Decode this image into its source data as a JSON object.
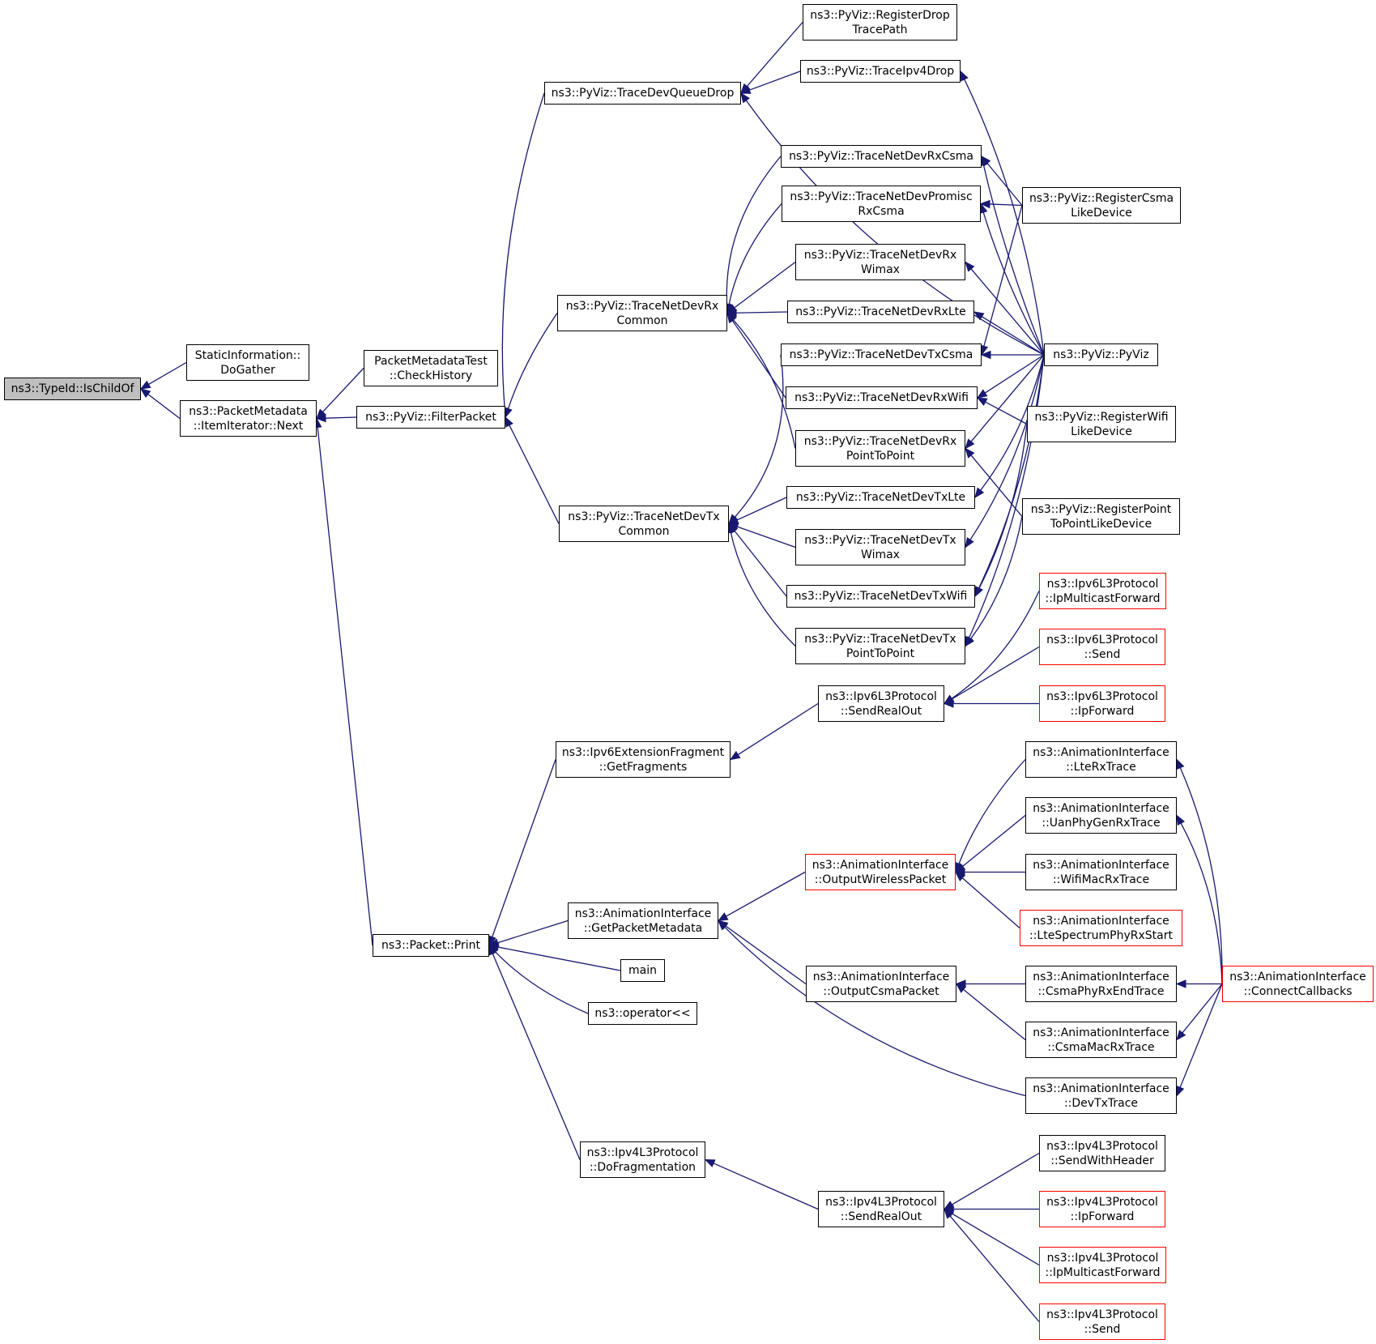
{
  "colors": {
    "edge": "#191970",
    "border": "#000000",
    "highlight_border": "#ff0000",
    "root_fill": "#bfbfbf"
  },
  "nodes": [
    {
      "id": "root",
      "lines": [
        "ns3::TypeId::IsChildOf"
      ],
      "style": "root"
    },
    {
      "id": "staticinfo",
      "lines": [
        "StaticInformation::",
        "DoGather"
      ],
      "style": "normal"
    },
    {
      "id": "itemiter",
      "lines": [
        "ns3::PacketMetadata",
        "::ItemIterator::Next"
      ],
      "style": "normal"
    },
    {
      "id": "pmtest",
      "lines": [
        "PacketMetadataTest",
        "::CheckHistory"
      ],
      "style": "normal"
    },
    {
      "id": "filterpacket",
      "lines": [
        "ns3::PyViz::FilterPacket"
      ],
      "style": "normal"
    },
    {
      "id": "packetprint",
      "lines": [
        "ns3::Packet::Print"
      ],
      "style": "normal"
    },
    {
      "id": "devqueuedrop",
      "lines": [
        "ns3::PyViz::TraceDevQueueDrop"
      ],
      "style": "normal"
    },
    {
      "id": "rxcommon",
      "lines": [
        "ns3::PyViz::TraceNetDevRx",
        "Common"
      ],
      "style": "normal"
    },
    {
      "id": "txcommon",
      "lines": [
        "ns3::PyViz::TraceNetDevTx",
        "Common"
      ],
      "style": "normal"
    },
    {
      "id": "regdrop",
      "lines": [
        "ns3::PyViz::RegisterDrop",
        "TracePath"
      ],
      "style": "normal"
    },
    {
      "id": "ipv4drop",
      "lines": [
        "ns3::PyViz::TraceIpv4Drop"
      ],
      "style": "normal"
    },
    {
      "id": "rxcsma",
      "lines": [
        "ns3::PyViz::TraceNetDevRxCsma"
      ],
      "style": "normal"
    },
    {
      "id": "promisc",
      "lines": [
        "ns3::PyViz::TraceNetDevPromisc",
        "RxCsma"
      ],
      "style": "normal"
    },
    {
      "id": "rxwimax",
      "lines": [
        "ns3::PyViz::TraceNetDevRx",
        "Wimax"
      ],
      "style": "normal"
    },
    {
      "id": "rxlte",
      "lines": [
        "ns3::PyViz::TraceNetDevRxLte"
      ],
      "style": "normal"
    },
    {
      "id": "txcsma",
      "lines": [
        "ns3::PyViz::TraceNetDevTxCsma"
      ],
      "style": "normal"
    },
    {
      "id": "rxwifi",
      "lines": [
        "ns3::PyViz::TraceNetDevRxWifi"
      ],
      "style": "normal"
    },
    {
      "id": "rxp2p",
      "lines": [
        "ns3::PyViz::TraceNetDevRx",
        "PointToPoint"
      ],
      "style": "normal"
    },
    {
      "id": "txlte",
      "lines": [
        "ns3::PyViz::TraceNetDevTxLte"
      ],
      "style": "normal"
    },
    {
      "id": "txwimax",
      "lines": [
        "ns3::PyViz::TraceNetDevTx",
        "Wimax"
      ],
      "style": "normal"
    },
    {
      "id": "txwifi",
      "lines": [
        "ns3::PyViz::TraceNetDevTxWifi"
      ],
      "style": "normal"
    },
    {
      "id": "txp2p",
      "lines": [
        "ns3::PyViz::TraceNetDevTx",
        "PointToPoint"
      ],
      "style": "normal"
    },
    {
      "id": "regcsma",
      "lines": [
        "ns3::PyViz::RegisterCsma",
        "LikeDevice"
      ],
      "style": "normal"
    },
    {
      "id": "pyviz",
      "lines": [
        "ns3::PyViz::PyViz"
      ],
      "style": "normal"
    },
    {
      "id": "regwifi",
      "lines": [
        "ns3::PyViz::RegisterWifi",
        "LikeDevice"
      ],
      "style": "normal"
    },
    {
      "id": "regp2p",
      "lines": [
        "ns3::PyViz::RegisterPoint",
        "ToPointLikeDevice"
      ],
      "style": "normal"
    },
    {
      "id": "ipv6extfrag",
      "lines": [
        "ns3::Ipv6ExtensionFragment",
        "::GetFragments"
      ],
      "style": "normal"
    },
    {
      "id": "getpktmeta",
      "lines": [
        "ns3::AnimationInterface",
        "::GetPacketMetadata"
      ],
      "style": "normal"
    },
    {
      "id": "main",
      "lines": [
        "main"
      ],
      "style": "normal"
    },
    {
      "id": "opout",
      "lines": [
        "ns3::operator<<"
      ],
      "style": "normal"
    },
    {
      "id": "ipv4dofrag",
      "lines": [
        "ns3::Ipv4L3Protocol",
        "::DoFragmentation"
      ],
      "style": "normal"
    },
    {
      "id": "ipv6sendreal",
      "lines": [
        "ns3::Ipv6L3Protocol",
        "::SendRealOut"
      ],
      "style": "normal"
    },
    {
      "id": "ipv6mcast",
      "lines": [
        "ns3::Ipv6L3Protocol",
        "::IpMulticastForward"
      ],
      "style": "red"
    },
    {
      "id": "ipv6send",
      "lines": [
        "ns3::Ipv6L3Protocol",
        "::Send"
      ],
      "style": "red"
    },
    {
      "id": "ipv6fwd",
      "lines": [
        "ns3::Ipv6L3Protocol",
        "::IpForward"
      ],
      "style": "red"
    },
    {
      "id": "outwireless",
      "lines": [
        "ns3::AnimationInterface",
        "::OutputWirelessPacket"
      ],
      "style": "red"
    },
    {
      "id": "outcsma",
      "lines": [
        "ns3::AnimationInterface",
        "::OutputCsmaPacket"
      ],
      "style": "normal"
    },
    {
      "id": "lterx",
      "lines": [
        "ns3::AnimationInterface",
        "::LteRxTrace"
      ],
      "style": "normal"
    },
    {
      "id": "uanrx",
      "lines": [
        "ns3::AnimationInterface",
        "::UanPhyGenRxTrace"
      ],
      "style": "normal"
    },
    {
      "id": "wifimacrx",
      "lines": [
        "ns3::AnimationInterface",
        "::WifiMacRxTrace"
      ],
      "style": "normal"
    },
    {
      "id": "ltespec",
      "lines": [
        "ns3::AnimationInterface",
        "::LteSpectrumPhyRxStart"
      ],
      "style": "red"
    },
    {
      "id": "csmaphy",
      "lines": [
        "ns3::AnimationInterface",
        "::CsmaPhyRxEndTrace"
      ],
      "style": "normal"
    },
    {
      "id": "csmamac",
      "lines": [
        "ns3::AnimationInterface",
        "::CsmaMacRxTrace"
      ],
      "style": "normal"
    },
    {
      "id": "devtx",
      "lines": [
        "ns3::AnimationInterface",
        "::DevTxTrace"
      ],
      "style": "normal"
    },
    {
      "id": "connectcb",
      "lines": [
        "ns3::AnimationInterface",
        "::ConnectCallbacks"
      ],
      "style": "red"
    },
    {
      "id": "ipv4sendreal",
      "lines": [
        "ns3::Ipv4L3Protocol",
        "::SendRealOut"
      ],
      "style": "normal"
    },
    {
      "id": "ipv4sendhdr",
      "lines": [
        "ns3::Ipv4L3Protocol",
        "::SendWithHeader"
      ],
      "style": "normal"
    },
    {
      "id": "ipv4fwd",
      "lines": [
        "ns3::Ipv4L3Protocol",
        "::IpForward"
      ],
      "style": "red"
    },
    {
      "id": "ipv4mcast",
      "lines": [
        "ns3::Ipv4L3Protocol",
        "::IpMulticastForward"
      ],
      "style": "red"
    },
    {
      "id": "ipv4send",
      "lines": [
        "ns3::Ipv4L3Protocol",
        "::Send"
      ],
      "style": "red"
    }
  ],
  "edges": [
    {
      "from": "staticinfo",
      "to": "root"
    },
    {
      "from": "itemiter",
      "to": "root"
    },
    {
      "from": "pmtest",
      "to": "itemiter"
    },
    {
      "from": "filterpacket",
      "to": "itemiter"
    },
    {
      "from": "packetprint",
      "to": "itemiter"
    },
    {
      "from": "devqueuedrop",
      "to": "filterpacket"
    },
    {
      "from": "rxcommon",
      "to": "filterpacket"
    },
    {
      "from": "txcommon",
      "to": "filterpacket"
    },
    {
      "from": "regdrop",
      "to": "devqueuedrop"
    },
    {
      "from": "ipv4drop",
      "to": "devqueuedrop"
    },
    {
      "from": "pyviz",
      "to": "devqueuedrop"
    },
    {
      "from": "pyviz",
      "to": "ipv4drop"
    },
    {
      "from": "rxcsma",
      "to": "rxcommon"
    },
    {
      "from": "promisc",
      "to": "rxcommon"
    },
    {
      "from": "rxwimax",
      "to": "rxcommon"
    },
    {
      "from": "rxlte",
      "to": "rxcommon"
    },
    {
      "from": "rxwifi",
      "to": "rxcommon"
    },
    {
      "from": "rxp2p",
      "to": "rxcommon"
    },
    {
      "from": "txcsma",
      "to": "txcommon"
    },
    {
      "from": "txlte",
      "to": "txcommon"
    },
    {
      "from": "txwimax",
      "to": "txcommon"
    },
    {
      "from": "txwifi",
      "to": "txcommon"
    },
    {
      "from": "txp2p",
      "to": "txcommon"
    },
    {
      "from": "regcsma",
      "to": "rxcsma"
    },
    {
      "from": "pyviz",
      "to": "rxcsma"
    },
    {
      "from": "regcsma",
      "to": "promisc"
    },
    {
      "from": "pyviz",
      "to": "promisc"
    },
    {
      "from": "pyviz",
      "to": "rxwimax"
    },
    {
      "from": "pyviz",
      "to": "rxlte"
    },
    {
      "from": "pyviz",
      "to": "txcsma"
    },
    {
      "from": "regcsma",
      "to": "txcsma"
    },
    {
      "from": "pyviz",
      "to": "rxwifi"
    },
    {
      "from": "regwifi",
      "to": "rxwifi"
    },
    {
      "from": "pyviz",
      "to": "rxp2p"
    },
    {
      "from": "regp2p",
      "to": "rxp2p"
    },
    {
      "from": "pyviz",
      "to": "txlte"
    },
    {
      "from": "pyviz",
      "to": "txwimax"
    },
    {
      "from": "pyviz",
      "to": "txwifi"
    },
    {
      "from": "regwifi",
      "to": "txwifi"
    },
    {
      "from": "pyviz",
      "to": "txp2p"
    },
    {
      "from": "regp2p",
      "to": "txp2p"
    },
    {
      "from": "ipv6extfrag",
      "to": "packetprint"
    },
    {
      "from": "getpktmeta",
      "to": "packetprint"
    },
    {
      "from": "main",
      "to": "packetprint"
    },
    {
      "from": "opout",
      "to": "packetprint"
    },
    {
      "from": "ipv4dofrag",
      "to": "packetprint"
    },
    {
      "from": "ipv6sendreal",
      "to": "ipv6extfrag"
    },
    {
      "from": "ipv6mcast",
      "to": "ipv6sendreal"
    },
    {
      "from": "ipv6send",
      "to": "ipv6sendreal"
    },
    {
      "from": "ipv6fwd",
      "to": "ipv6sendreal"
    },
    {
      "from": "outwireless",
      "to": "getpktmeta"
    },
    {
      "from": "outcsma",
      "to": "getpktmeta"
    },
    {
      "from": "devtx",
      "to": "getpktmeta"
    },
    {
      "from": "lterx",
      "to": "outwireless"
    },
    {
      "from": "uanrx",
      "to": "outwireless"
    },
    {
      "from": "wifimacrx",
      "to": "outwireless"
    },
    {
      "from": "ltespec",
      "to": "outwireless"
    },
    {
      "from": "csmaphy",
      "to": "outcsma"
    },
    {
      "from": "csmamac",
      "to": "outcsma"
    },
    {
      "from": "connectcb",
      "to": "lterx"
    },
    {
      "from": "connectcb",
      "to": "uanrx"
    },
    {
      "from": "connectcb",
      "to": "csmaphy"
    },
    {
      "from": "connectcb",
      "to": "csmamac"
    },
    {
      "from": "connectcb",
      "to": "devtx"
    },
    {
      "from": "ipv4sendreal",
      "to": "ipv4dofrag"
    },
    {
      "from": "ipv4sendhdr",
      "to": "ipv4sendreal"
    },
    {
      "from": "ipv4fwd",
      "to": "ipv4sendreal"
    },
    {
      "from": "ipv4mcast",
      "to": "ipv4sendreal"
    },
    {
      "from": "ipv4send",
      "to": "ipv4sendreal"
    }
  ]
}
